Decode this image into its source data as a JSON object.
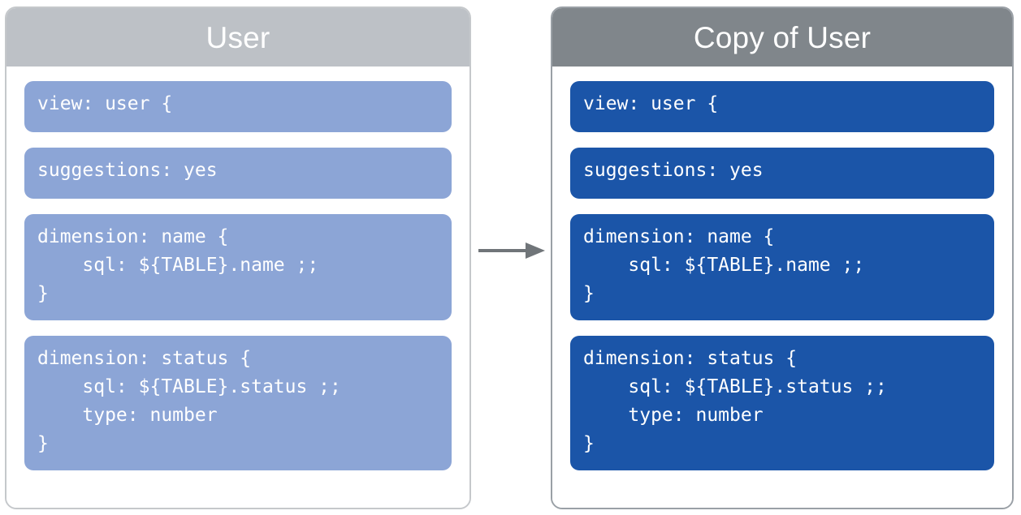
{
  "diagram": {
    "type": "transformation-flow",
    "connector": {
      "icon": "arrow-right-icon",
      "direction": "right",
      "color": "#707579"
    }
  },
  "panels": [
    {
      "id": "source",
      "title": "User",
      "header_color": "#bdc1c6",
      "border_color": "#c5c8cb",
      "block_color": "#8ca5d6",
      "blocks": [
        {
          "name": "view-declaration",
          "size": "h1",
          "code": "view: user {"
        },
        {
          "name": "suggestions-setting",
          "size": "h1",
          "code": "suggestions: yes"
        },
        {
          "name": "dimension-name",
          "size": "h3",
          "code": "dimension: name {\n    sql: ${TABLE}.name ;;\n}"
        },
        {
          "name": "dimension-status",
          "size": "h4",
          "code": "dimension: status {\n    sql: ${TABLE}.status ;;\n    type: number\n}"
        }
      ]
    },
    {
      "id": "copy",
      "title": "Copy of User",
      "header_color": "#80868b",
      "border_color": "#9aa0a6",
      "block_color": "#1b55a8",
      "blocks": [
        {
          "name": "view-declaration",
          "size": "h1",
          "code": "view: user {"
        },
        {
          "name": "suggestions-setting",
          "size": "h1",
          "code": "suggestions: yes"
        },
        {
          "name": "dimension-name",
          "size": "h3",
          "code": "dimension: name {\n    sql: ${TABLE}.name ;;\n}"
        },
        {
          "name": "dimension-status",
          "size": "h4",
          "code": "dimension: status {\n    sql: ${TABLE}.status ;;\n    type: number\n}"
        }
      ]
    }
  ]
}
